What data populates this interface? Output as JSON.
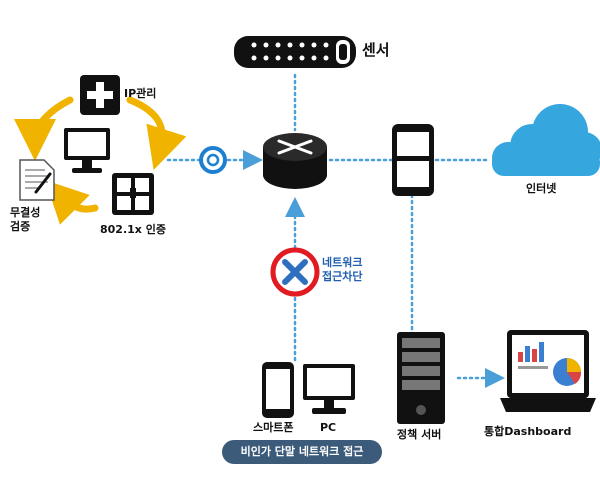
{
  "labels": {
    "sensor": "센서",
    "ip_mgmt": "IP관리",
    "integrity_check": [
      "무결성",
      "검증"
    ],
    "auth_8021x": "802.1x 인증",
    "internet": "인터넷",
    "access_block": [
      "네트워크",
      "접근차단"
    ],
    "smartphone": "스마트폰",
    "pc": "PC",
    "policy_server": "정책 서버",
    "dashboard": "통합Dashboard",
    "unauthorized_access": "비인가 단말 네트워크 접근"
  },
  "colors": {
    "link": "#4a9fd8",
    "cycle_arrow": "#f0b400",
    "cloud": "#35a6de",
    "block_ring": "#e01b22",
    "block_x": "#2f6fc0",
    "target_ring": "#1e7fd0",
    "badge_bg": "#3c5a7a",
    "label_blue": "#1f5fb0"
  },
  "icons": [
    "switch-sensor-icon",
    "router-icon",
    "firewall-phone-icon",
    "cloud-icon",
    "plus-icon",
    "monitor-icon",
    "grid-icon",
    "document-icon",
    "target-icon",
    "blocked-icon",
    "server-icon",
    "laptop-dashboard-icon",
    "smartphone-icon",
    "pc-icon"
  ]
}
